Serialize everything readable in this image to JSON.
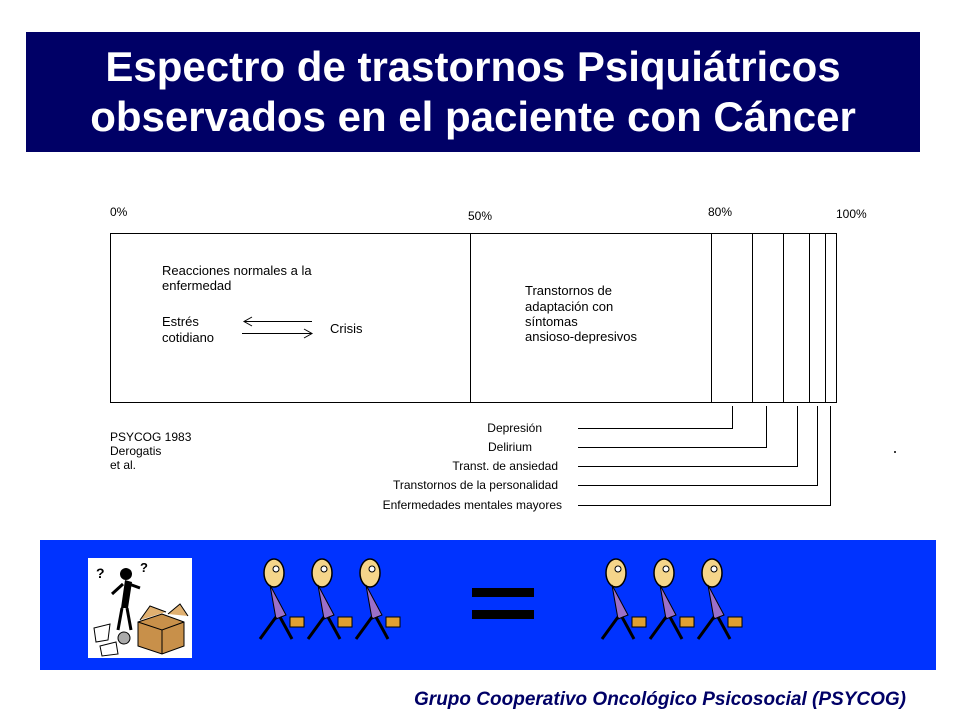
{
  "slide": {
    "title_line1": "Espectro de trastornos Psiquiátricos",
    "title_line2": "observados en el paciente con Cáncer",
    "credit": "Grupo Cooperativo Oncológico Psicosocial (PSYCOG)"
  },
  "diagram": {
    "percent_labels": [
      "0%",
      "50%",
      "80%",
      "100%"
    ],
    "normal_reactions": [
      "Reacciones normales a la",
      "enfermedad"
    ],
    "stress_label": [
      "Estrés",
      "cotidiano"
    ],
    "crisis_label": "Crisis",
    "adaptation": [
      "Transtornos de",
      "adaptación con",
      "síntomas",
      "ansioso-depresivos"
    ],
    "source": [
      "PSYCOG 1983",
      "Derogatis",
      "et al."
    ],
    "categories": [
      "Depresión",
      "Delirium",
      "Transt. de ansiedad",
      "Transtornos de la personalidad",
      "Enfermedades mentales mayores"
    ]
  },
  "banner": {
    "icons": [
      "confused-person-icon",
      "walking-person-icon",
      "equals-icon"
    ],
    "colors": {
      "band": "#0033ff",
      "title_bg": "#000066"
    }
  }
}
